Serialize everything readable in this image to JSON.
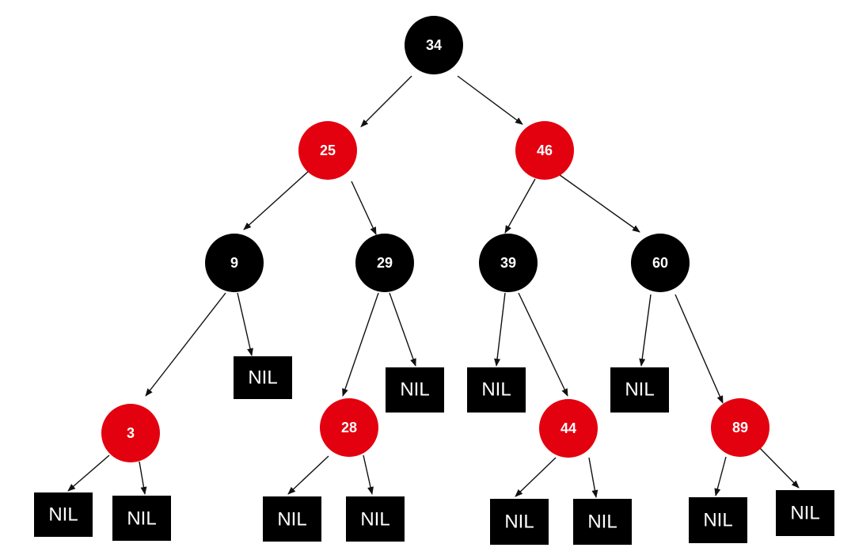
{
  "colors": {
    "red_node": "#e3000f",
    "black_node": "#000000",
    "nil_box": "#000000",
    "edge": "#111111",
    "label": "#ffffff"
  },
  "tree": {
    "nodes": [
      {
        "id": "n34",
        "label": "34",
        "color": "black"
      },
      {
        "id": "n25",
        "label": "25",
        "color": "red"
      },
      {
        "id": "n46",
        "label": "46",
        "color": "red"
      },
      {
        "id": "n9",
        "label": "9",
        "color": "black"
      },
      {
        "id": "n29",
        "label": "29",
        "color": "black"
      },
      {
        "id": "n39",
        "label": "39",
        "color": "black"
      },
      {
        "id": "n60",
        "label": "60",
        "color": "black"
      },
      {
        "id": "n3",
        "label": "3",
        "color": "red"
      },
      {
        "id": "n28",
        "label": "28",
        "color": "red"
      },
      {
        "id": "n44",
        "label": "44",
        "color": "red"
      },
      {
        "id": "n89",
        "label": "89",
        "color": "red"
      }
    ],
    "nil_nodes": [
      {
        "id": "nil9r",
        "label": "NIL"
      },
      {
        "id": "nil29r",
        "label": "NIL"
      },
      {
        "id": "nil39l",
        "label": "NIL"
      },
      {
        "id": "nil60l",
        "label": "NIL"
      },
      {
        "id": "nil3l",
        "label": "NIL"
      },
      {
        "id": "nil3r",
        "label": "NIL"
      },
      {
        "id": "nil28l",
        "label": "NIL"
      },
      {
        "id": "nil28r",
        "label": "NIL"
      },
      {
        "id": "nil44l",
        "label": "NIL"
      },
      {
        "id": "nil44r",
        "label": "NIL"
      },
      {
        "id": "nil89l",
        "label": "NIL"
      },
      {
        "id": "nil89r",
        "label": "NIL"
      }
    ],
    "edges": [
      {
        "from": "n34",
        "to": "n25"
      },
      {
        "from": "n34",
        "to": "n46"
      },
      {
        "from": "n25",
        "to": "n9"
      },
      {
        "from": "n25",
        "to": "n29"
      },
      {
        "from": "n46",
        "to": "n39"
      },
      {
        "from": "n46",
        "to": "n60"
      },
      {
        "from": "n9",
        "to": "n3"
      },
      {
        "from": "n9",
        "to": "nil9r"
      },
      {
        "from": "n29",
        "to": "n28"
      },
      {
        "from": "n29",
        "to": "nil29r"
      },
      {
        "from": "n39",
        "to": "nil39l"
      },
      {
        "from": "n39",
        "to": "n44"
      },
      {
        "from": "n60",
        "to": "nil60l"
      },
      {
        "from": "n60",
        "to": "n89"
      },
      {
        "from": "n3",
        "to": "nil3l"
      },
      {
        "from": "n3",
        "to": "nil3r"
      },
      {
        "from": "n28",
        "to": "nil28l"
      },
      {
        "from": "n28",
        "to": "nil28r"
      },
      {
        "from": "n44",
        "to": "nil44l"
      },
      {
        "from": "n44",
        "to": "nil44r"
      },
      {
        "from": "n89",
        "to": "nil89l"
      },
      {
        "from": "n89",
        "to": "nil89r"
      }
    ]
  }
}
